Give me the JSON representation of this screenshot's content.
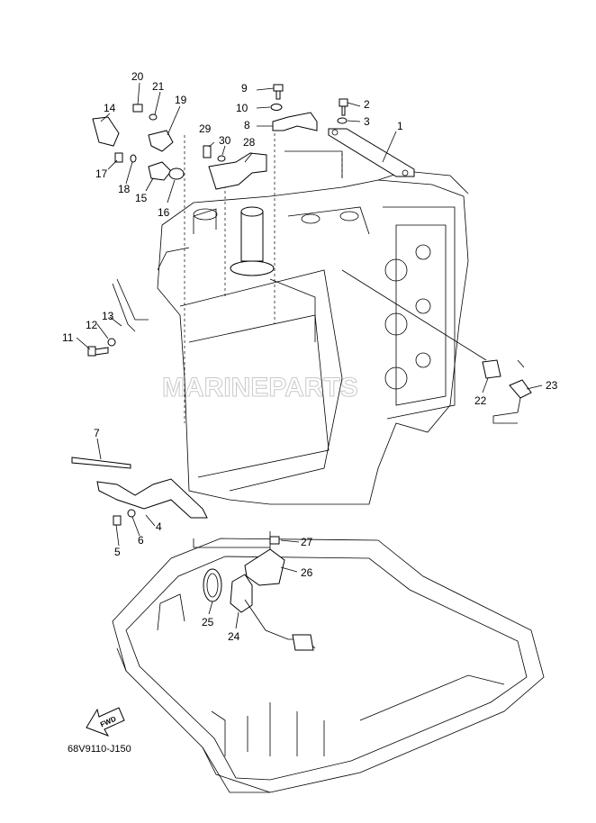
{
  "diagram": {
    "code": "68V9110-J150",
    "fwd_label": "FWD",
    "watermark": "MARINEPARTS",
    "callouts": [
      {
        "id": "1",
        "label": "1"
      },
      {
        "id": "2",
        "label": "2"
      },
      {
        "id": "3",
        "label": "3"
      },
      {
        "id": "4",
        "label": "4"
      },
      {
        "id": "5",
        "label": "5"
      },
      {
        "id": "6",
        "label": "6"
      },
      {
        "id": "7",
        "label": "7"
      },
      {
        "id": "8",
        "label": "8"
      },
      {
        "id": "9",
        "label": "9"
      },
      {
        "id": "10",
        "label": "10"
      },
      {
        "id": "11",
        "label": "11"
      },
      {
        "id": "12",
        "label": "12"
      },
      {
        "id": "13",
        "label": "13"
      },
      {
        "id": "14",
        "label": "14"
      },
      {
        "id": "15",
        "label": "15"
      },
      {
        "id": "16",
        "label": "16"
      },
      {
        "id": "17",
        "label": "17"
      },
      {
        "id": "18",
        "label": "18"
      },
      {
        "id": "19",
        "label": "19"
      },
      {
        "id": "20",
        "label": "20"
      },
      {
        "id": "21",
        "label": "21"
      },
      {
        "id": "22",
        "label": "22"
      },
      {
        "id": "23",
        "label": "23"
      },
      {
        "id": "24",
        "label": "24"
      },
      {
        "id": "25",
        "label": "25"
      },
      {
        "id": "26",
        "label": "26"
      },
      {
        "id": "27",
        "label": "27"
      },
      {
        "id": "28",
        "label": "28"
      },
      {
        "id": "29",
        "label": "29"
      },
      {
        "id": "30",
        "label": "30"
      }
    ]
  }
}
